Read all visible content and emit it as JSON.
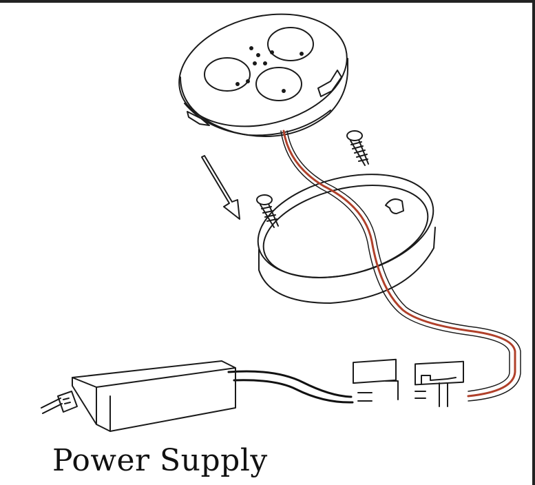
{
  "caption": "Power Supply",
  "colors": {
    "line": "#1a1a1a",
    "wire_red": "#b0402a",
    "wire_black": "#111111",
    "background": "#ffffff"
  },
  "parts": [
    "led-puck-light",
    "mounting-ring",
    "screw",
    "arrow",
    "power-supply-box",
    "connector-plug"
  ]
}
